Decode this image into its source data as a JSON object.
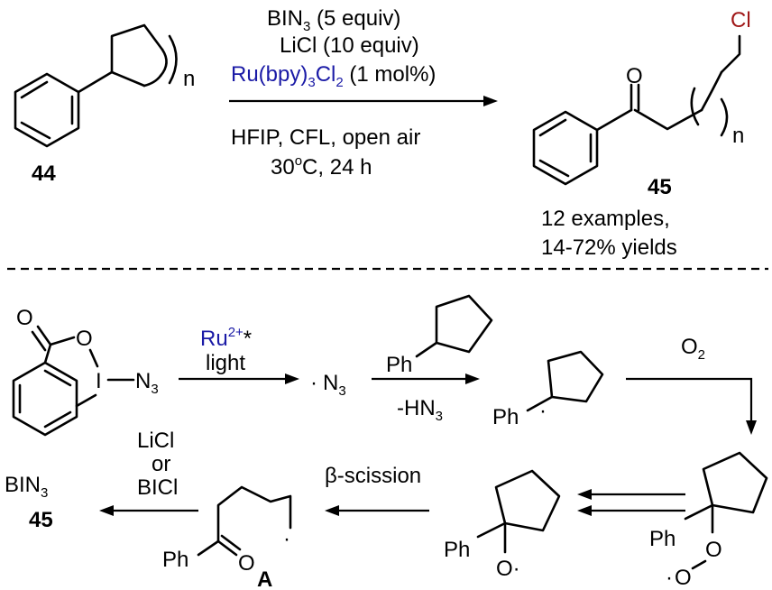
{
  "top_reaction": {
    "reactant_label": "44",
    "reactant_n": "n",
    "conditions": {
      "reagent1": "BIN",
      "reagent1_sub": "3",
      "reagent1_amount": " (5 equiv)",
      "reagent2": "LiCl (10 equiv)",
      "catalyst_a": "Ru(bpy)",
      "catalyst_sub1": "3",
      "catalyst_b": "Cl",
      "catalyst_sub2": "2",
      "catalyst_amount": " (1 mol%)",
      "line4": "HFIP, CFL, open air",
      "temp_a": "30",
      "temp_sup": "o",
      "temp_b": "C, 24 h"
    },
    "product_label": "45",
    "product_n": "n",
    "product_cl": "Cl",
    "product_o": "O",
    "scope_line1": "12 examples,",
    "scope_line2": "14-72% yields"
  },
  "mechanism": {
    "bin3_o1": "O",
    "bin3_o2": "O",
    "bin3_i": "I",
    "bin3_n3": "N",
    "bin3_n3_sub": "3",
    "bin3_label": "BIN",
    "bin3_label_sub": "3",
    "ru_a": "Ru",
    "ru_sup": "2+",
    "ru_star": "*",
    "light": "light",
    "azide_radical": "N",
    "azide_sub": "3",
    "radical_dot": "·",
    "ph_reagent": "Ph",
    "minus_hn3": "-HN",
    "minus_hn3_sub": "3",
    "ph_radical_ph": "Ph",
    "o2": "O",
    "o2_sub": "2",
    "peroxy_ph": "Ph",
    "peroxy_o1": "O",
    "peroxy_o2": "O",
    "alkoxy_ph": "Ph",
    "alkoxy_o": "O",
    "beta_scission": "β-scission",
    "a_ph": "Ph",
    "a_o": "O",
    "a_label": "A",
    "lig_line1": "LiCl",
    "lig_line2": "or",
    "lig_line3": "BICl",
    "final_label": "45"
  }
}
